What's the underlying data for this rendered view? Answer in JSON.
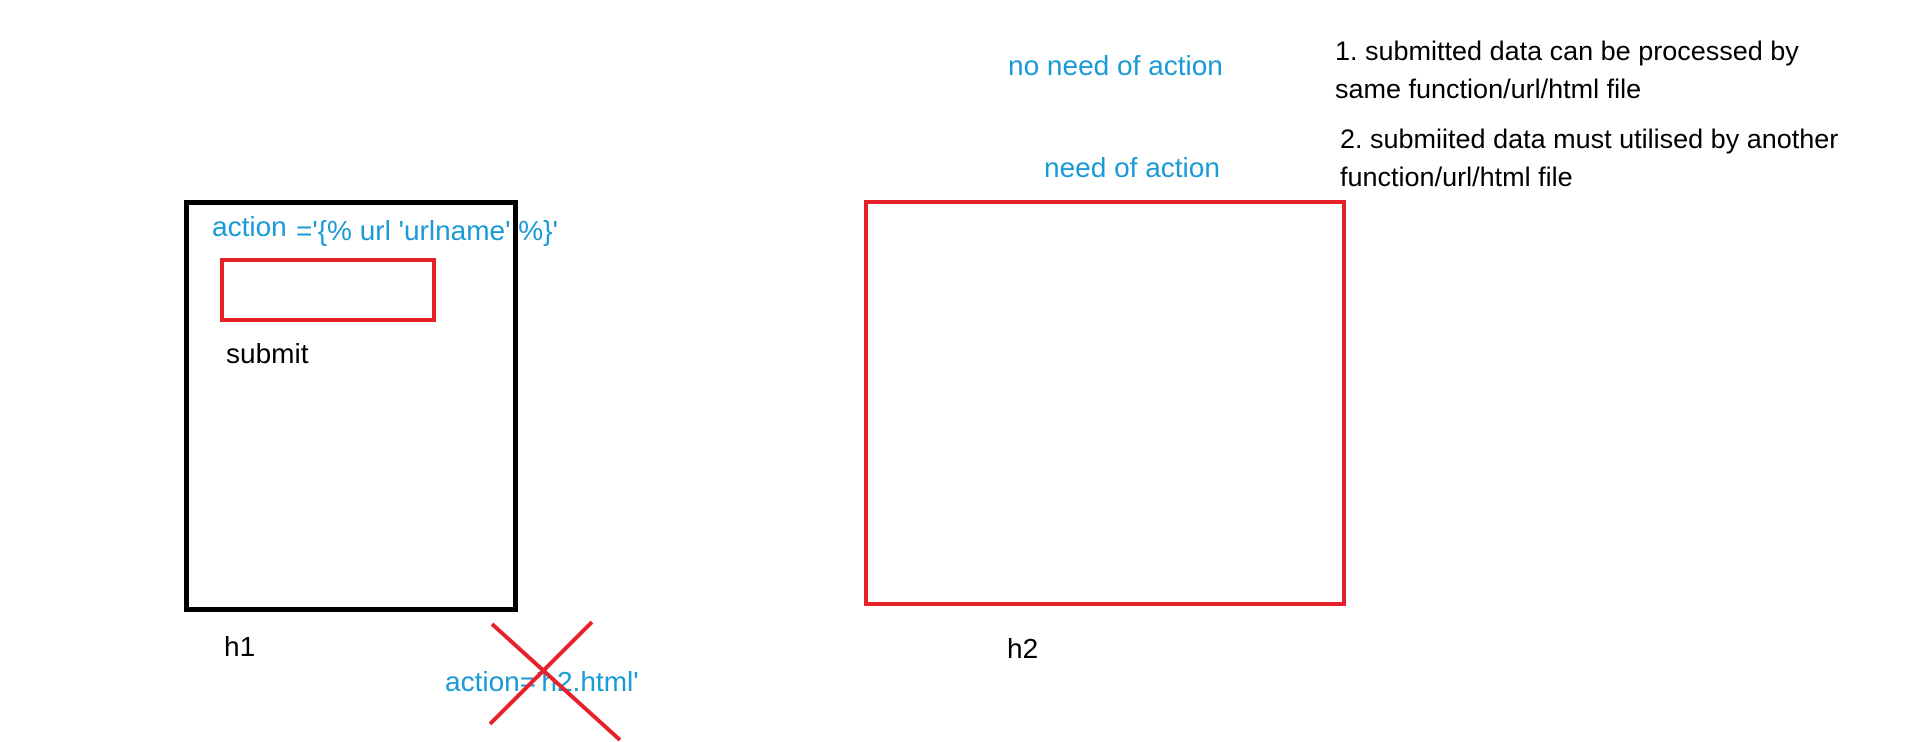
{
  "left_form": {
    "action_label": "action",
    "action_value": "='{% url 'urlname' %}'",
    "submit_label": "submit",
    "caption": "h1"
  },
  "crossed_out": {
    "text": "action='h2.html'"
  },
  "right_form": {
    "caption": "h2"
  },
  "labels": {
    "no_need": "no need of action",
    "need": "need of action"
  },
  "notes": [
    {
      "line1": "1. submitted data can be processed by",
      "line2": "same function/url/html file"
    },
    {
      "line1": "2. submiited data must utilised by another",
      "line2": "function/url/html file"
    }
  ],
  "colors": {
    "annotation_blue": "#1a9ad6",
    "box_red": "#e5212a",
    "box_black": "#000000"
  }
}
